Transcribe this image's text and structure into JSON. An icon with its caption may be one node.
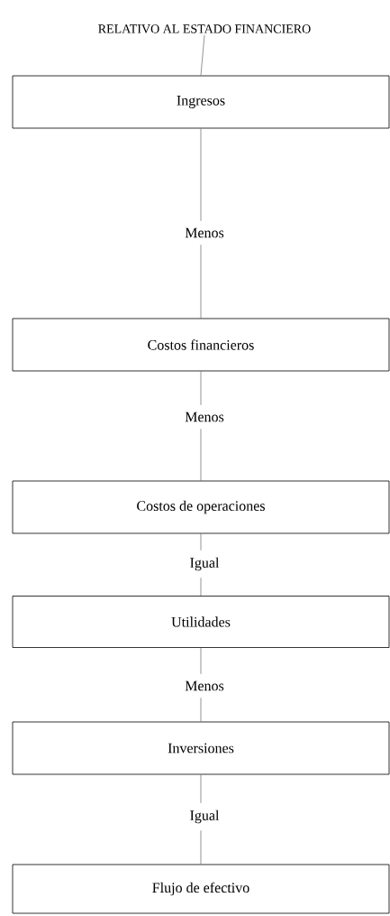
{
  "diagram": {
    "nodes": [
      {
        "text": [
          "RELATIVO AL ESTADO FINANCIERO"
        ]
      },
      {
        "text": [
          "Ingresos"
        ]
      },
      {
        "text": [
          "Costos financieros"
        ]
      },
      {
        "text": [
          "Costos de operaciones"
        ]
      },
      {
        "text": [
          "Utilidades"
        ]
      },
      {
        "text": [
          "Inversiones"
        ]
      },
      {
        "text": [
          "Flujo de efectivo"
        ]
      }
    ],
    "edges": [
      {
        "from": 0,
        "to": 1,
        "arrow": "none"
      },
      {
        "from": 1,
        "to": 2,
        "arrow": "none",
        "label": "Menos"
      },
      {
        "from": 2,
        "to": 3,
        "arrow": "none",
        "label": "Menos"
      },
      {
        "from": 3,
        "to": 4,
        "arrow": "none",
        "label": "Igual"
      },
      {
        "from": 4,
        "to": 5,
        "arrow": "none",
        "label": "Menos"
      },
      {
        "from": 5,
        "to": 6,
        "arrow": "none",
        "label": "Igual"
      }
    ]
  }
}
